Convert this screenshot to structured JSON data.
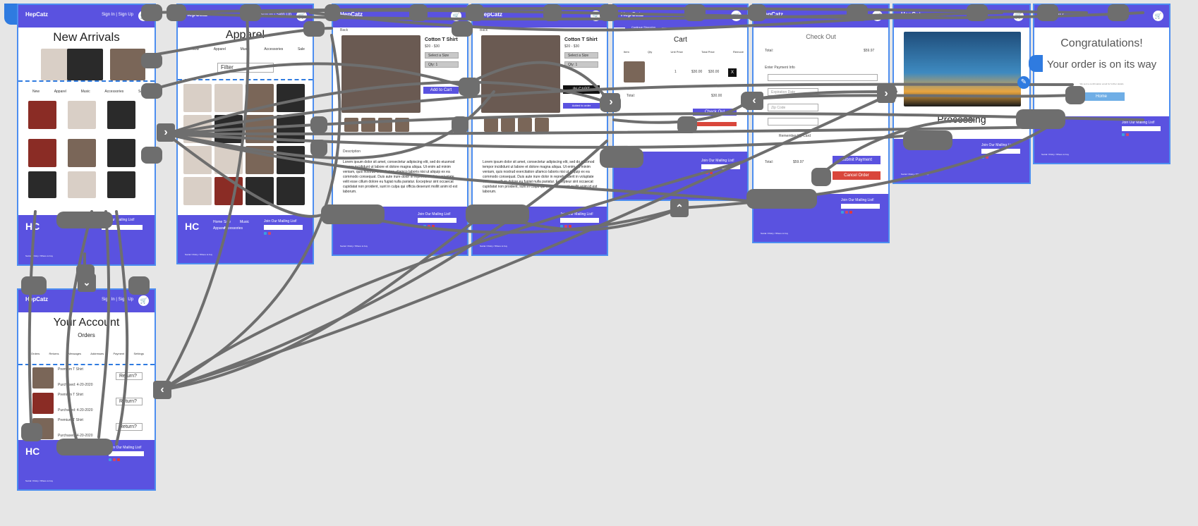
{
  "brand": {
    "logo": "HepCatz",
    "sign": "Sign In | Sign Up",
    "cart_icon": "cart-icon",
    "accent": "#5a52e0"
  },
  "footer": {
    "hc": "HC",
    "join": "Join Our Mailing List!",
    "copy": "Social / Policy / Where to buy",
    "cols": [
      "Home",
      "Apparel",
      "Sale",
      "Music",
      "Accessories"
    ]
  },
  "arrivals": {
    "title": "New Arrivals",
    "nav": [
      "New",
      "Apparel",
      "Music",
      "Accessories",
      "Sale"
    ]
  },
  "apparel": {
    "title": "Apparel",
    "filter_placeholder": "Filter",
    "nav": [
      "New",
      "Apparel",
      "Music",
      "Accessories",
      "Sale"
    ]
  },
  "product": {
    "back": "Back",
    "name": "Cotton T Shirt",
    "price": "$20 - $30",
    "size": "Select a Size",
    "qty": "Qty: 1",
    "add": "Add to Cart",
    "in_cart": "IN CART",
    "added": "Added to order",
    "desc_label": "Description",
    "desc": "Lorem ipsum dolor sit amet, consectetur adipiscing elit, sed do eiusmod tempor incididunt ut labore et dolore magna aliqua. Ut enim ad minim veniam, quis nostrud exercitation ullamco laboris nisi ut aliquip ex ea commodo consequat. Duis aute irure dolor in reprehenderit in voluptate velit esse cillum dolore eu fugiat nulla pariatur. Excepteur sint occaecat cupidatat non proident, sunt in culpa qui officia deserunt mollit anim id est laborum."
  },
  "cart": {
    "continue": "Continue Shopping",
    "title": "Cart",
    "cols": [
      "Item",
      "Qty",
      "Unit Price",
      "Total Price",
      "Remove"
    ],
    "qty": "1",
    "unit": "$30.00",
    "total": "$30.00",
    "remove": "X",
    "total_label": "Total:",
    "total_value": "$30.00",
    "checkout": "Check Out"
  },
  "checkout": {
    "title": "Check Out",
    "total_label": "Total:",
    "total": "$59.97",
    "payment": "Enter Payment Info",
    "exp": "Expiration Date",
    "zip": "Zip Code",
    "remember": "Remember My Card",
    "total2_label": "Total:",
    "total2": "$59.97",
    "submit": "Submit Payment",
    "cancel": "Cancel Order"
  },
  "processing": {
    "title": "Processing"
  },
  "congrats": {
    "title": "Congratulations!",
    "subtitle": "Your order is on its way",
    "note": "We sent a confirmation email for further details",
    "home": "Home"
  },
  "account": {
    "title": "Your Account",
    "orders": "Orders",
    "tabs": [
      "Orders",
      "Returns",
      "Messages",
      "Addresses",
      "Payment",
      "Settings"
    ],
    "items": [
      {
        "name": "Premium T Shirt",
        "date": "Purchased: 4-20-2020",
        "ret": "Return?"
      },
      {
        "name": "Premium T Shirt",
        "date": "Purchased: 4-20-2020",
        "ret": "Return?"
      },
      {
        "name": "Premium T Shirt",
        "date": "Purchased: 4-20-2020",
        "ret": "Return?"
      }
    ]
  },
  "colors": {
    "link": "#6e6e6e",
    "cancel": "#d9463b",
    "home": "#6faee6",
    "border": "#4d8ef0"
  }
}
